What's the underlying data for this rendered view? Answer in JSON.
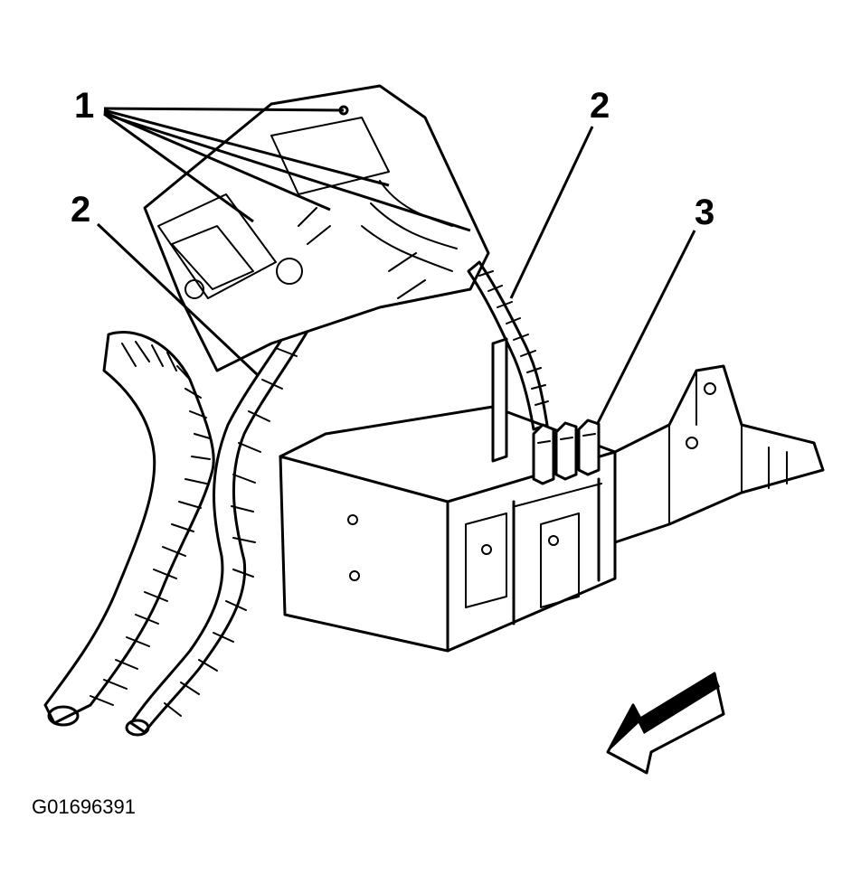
{
  "callouts": {
    "c1": "1",
    "c2_left": "2",
    "c2_right": "2",
    "c3": "3"
  },
  "figure_id": "G01696391",
  "colors": {
    "ink": "#000000",
    "background": "#ffffff"
  }
}
